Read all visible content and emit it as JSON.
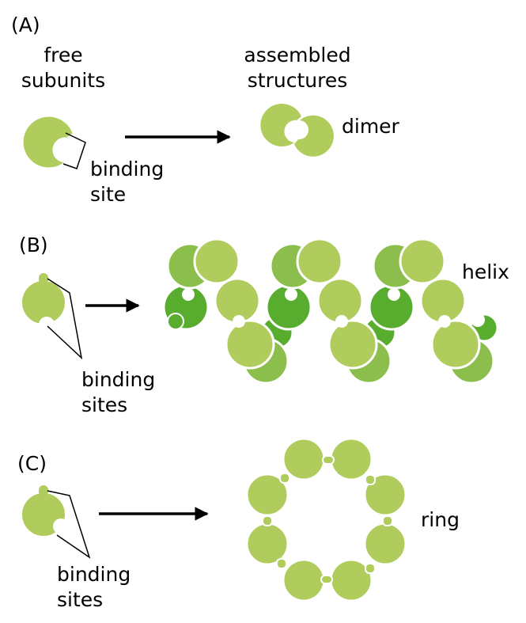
{
  "colors": {
    "subunit_light": "#b0cc5c",
    "subunit_medium": "#8cbe4e",
    "subunit_dark": "#58ac2e",
    "outline": "#ffffff",
    "ink": "#000000"
  },
  "panel_a": {
    "label": "(A)",
    "free_line1": "free",
    "free_line2": "subunits",
    "assembled_line1": "assembled",
    "assembled_line2": "structures",
    "binding_line1": "binding",
    "binding_line2": "site",
    "product": "dimer"
  },
  "panel_b": {
    "label": "(B)",
    "binding_line1": "binding",
    "binding_line2": "sites",
    "product": "helix"
  },
  "panel_c": {
    "label": "(C)",
    "binding_line1": "binding",
    "binding_line2": "sites",
    "product": "ring"
  }
}
